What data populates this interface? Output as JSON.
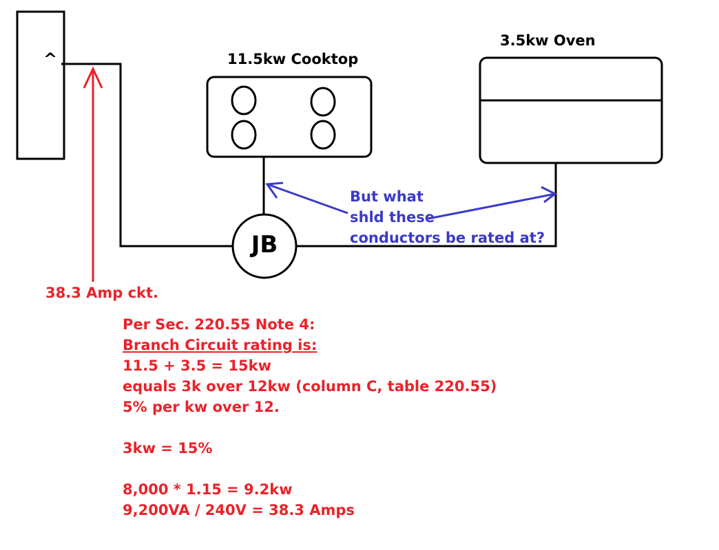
{
  "colors": {
    "line": "#000000",
    "question": "#3a3ac8",
    "calc": "#e8232a"
  },
  "cooktop": {
    "label": "11.5kw Cooktop"
  },
  "oven": {
    "label": "3.5kw Oven"
  },
  "junction_box": {
    "label": "JB"
  },
  "breaker": {
    "symbol": "^"
  },
  "question": {
    "lines": [
      "But what",
      "shld these",
      "conductors be rated at?"
    ]
  },
  "circuit_note": {
    "label": "38.3 Amp ckt."
  },
  "calculation": {
    "heading": "Per Sec. 220.55 Note 4:",
    "subheading": "Branch Circuit rating is:",
    "line1": "11.5 + 3.5 = 15kw",
    "line2": "equals 3k over 12kw (column C, table 220.55)",
    "line3": "5% per kw over 12.",
    "line4": "3kw = 15%",
    "line5": "8,000 * 1.15 = 9.2kw",
    "line6": "9,200VA / 240V = 38.3 Amps"
  }
}
